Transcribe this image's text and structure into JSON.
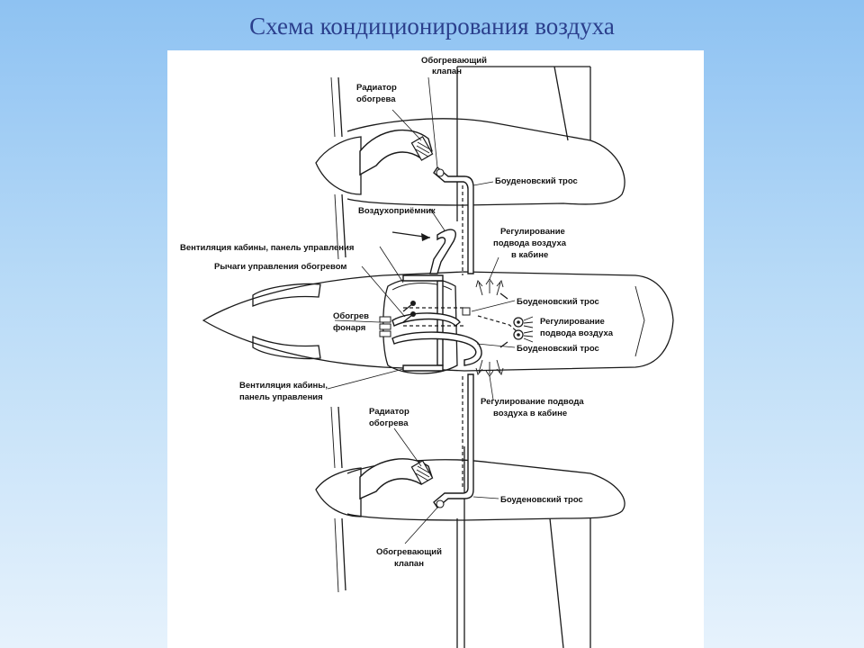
{
  "title": "Схема кондиционирования воздуха",
  "labels": {
    "heating_valve_top": [
      "Обогревающий",
      "клапан"
    ],
    "heater_radiator_top": [
      "Радиатор",
      "обогрева"
    ],
    "bowden_cable_top": "Боуденовский трос",
    "air_intake": "Воздухоприёмник",
    "cabin_vent_panel": "Вентиляция кабины, панель управления",
    "heating_levers": "Рычаги управления обогревом",
    "air_supply_reg_top": [
      "Регулирование",
      "подвода воздуха",
      "в кабине"
    ],
    "bowden_cable_mid1": "Боуденовский трос",
    "air_supply_reg_right": [
      "Регулирование",
      "подвода воздуха"
    ],
    "bowden_cable_mid2": "Боуденовский трос",
    "canopy_heating": [
      "Обогрев",
      "фонаря"
    ],
    "cabin_vent_panel_lower": [
      "Вентиляция кабины,",
      "панель управления"
    ],
    "air_supply_reg_bottom": [
      "Регулирование подвода",
      "воздуха в кабине"
    ],
    "heater_radiator_bottom": [
      "Радиатор",
      "обогрева"
    ],
    "bowden_cable_bottom": "Боуденовский трос",
    "heating_valve_bottom": [
      "Обогревающий",
      "клапан"
    ]
  }
}
